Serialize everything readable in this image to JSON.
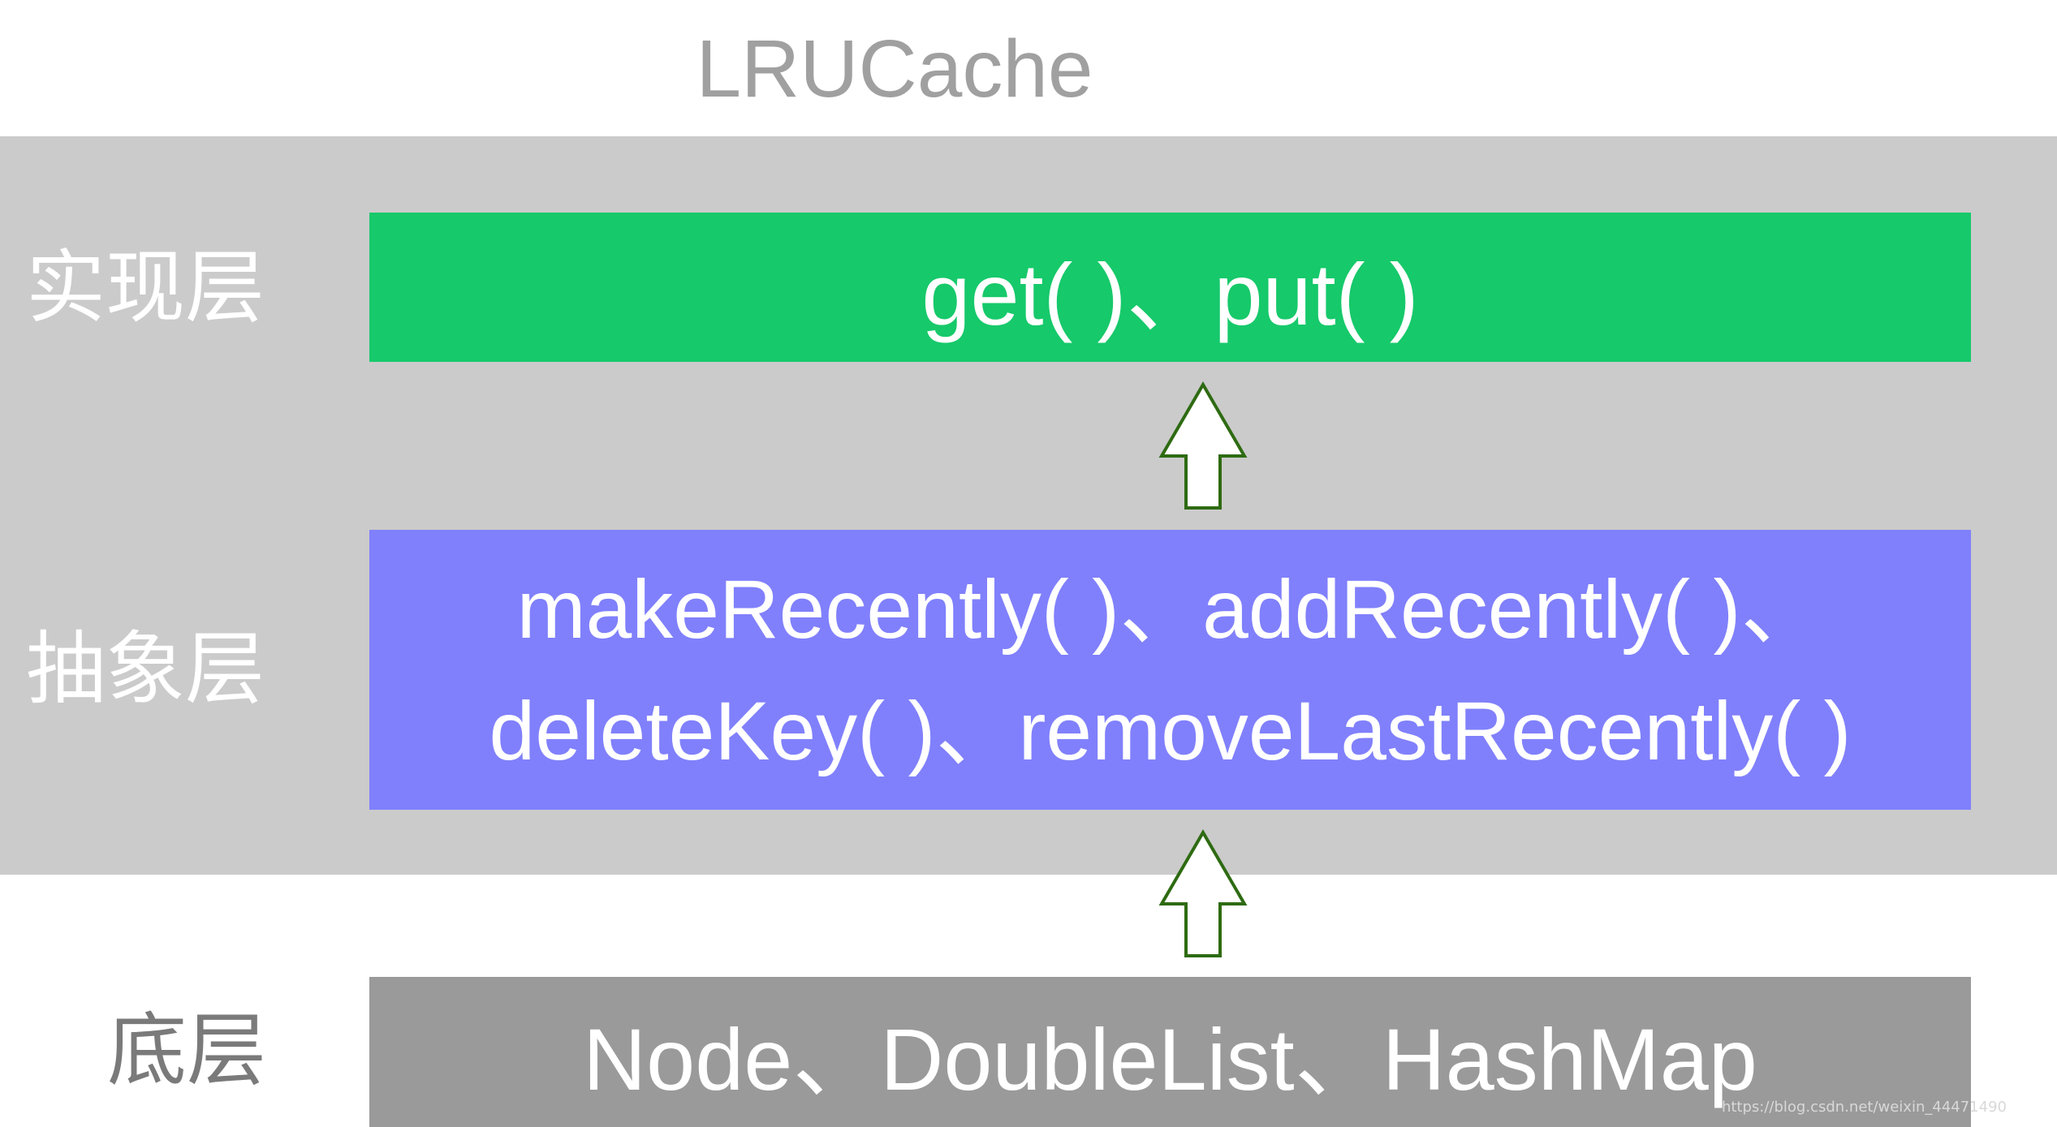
{
  "title": "LRUCache",
  "layers": {
    "implementation": {
      "label": "实现层",
      "content": "get( )、put( )"
    },
    "abstraction": {
      "label": "抽象层",
      "line1": "makeRecently( )、addRecently( )、",
      "line2": "deleteKey( )、removeLastRecently( )"
    },
    "base": {
      "label": "底层",
      "content": "Node、DoubleList、HashMap"
    }
  },
  "watermark": "https://blog.csdn.net/weixin_44471490",
  "colors": {
    "implementation_box": "#16c96a",
    "abstraction_box": "#8080fc",
    "base_box": "#9a9a9a",
    "band": "#cbcbcb",
    "arrow_stroke": "#2e6b12"
  }
}
